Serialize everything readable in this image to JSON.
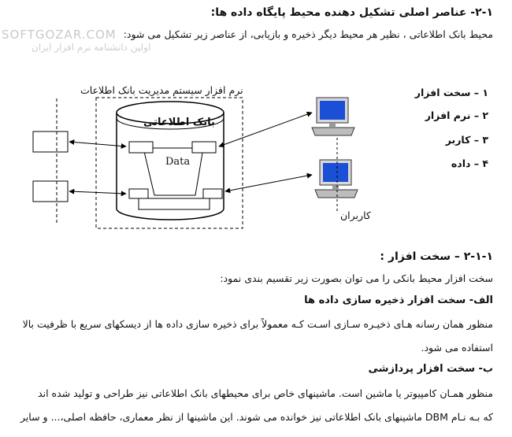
{
  "heading_main": "۲-۱- عناصر اصلی تشکیل دهنده محیط پایگاه داده ها:",
  "intro_line": "محیط بانک اطلاعاتی ، نظیر هر محیط دیگر ذخیره و بازیابی، از عناصر زیر تشکیل می شود:",
  "watermark": {
    "latin": "SOFTGOZAR.COM",
    "persian": "اولین دانشنامه نرم افزار ایران"
  },
  "diagram": {
    "system_label": "نرم افزار سیستم مدیریت بانک اطلاعات",
    "db_label": "بانک اطلاعاتی",
    "data_label": "Data",
    "users_label": "کاربران"
  },
  "elements_list": [
    "۱ – سخت افزار",
    "۲ – نرم افزار",
    "۳ – کاربر",
    "۴ – داده"
  ],
  "section_hw": {
    "heading": "۲-۱-۱ – سخت افزار :",
    "intro": "سخت افزار محیط بانکی را می توان بصورت زیر تقسیم بندی نمود:",
    "sub_a": "الف- سخت افزار ذخیره سازی داده ها",
    "para_a_1": "منظور همان رسانه هـای ذخیـره سـازی اسـت کـه معمولاً برای ذخیره سازی داده ها از دیسکهای سریع با ظرفیت بالا",
    "para_a_2": "استفاده می شود.",
    "sub_b": "ب- سخت افزار پردازشی",
    "para_b_1": "منظور همـان کامپیوتر یا ماشین است. ماشینهای خاص برای محیطهای بانک اطلاعاتی نیز طراحی و تولید   شده اند",
    "para_b_2": "که بـه نـام DBM ماشینهای بانک اطلاعاتی نیز خوانده می شوند. این ماشینها از نظر معماری، حافظه اصلی،... و سایر"
  }
}
